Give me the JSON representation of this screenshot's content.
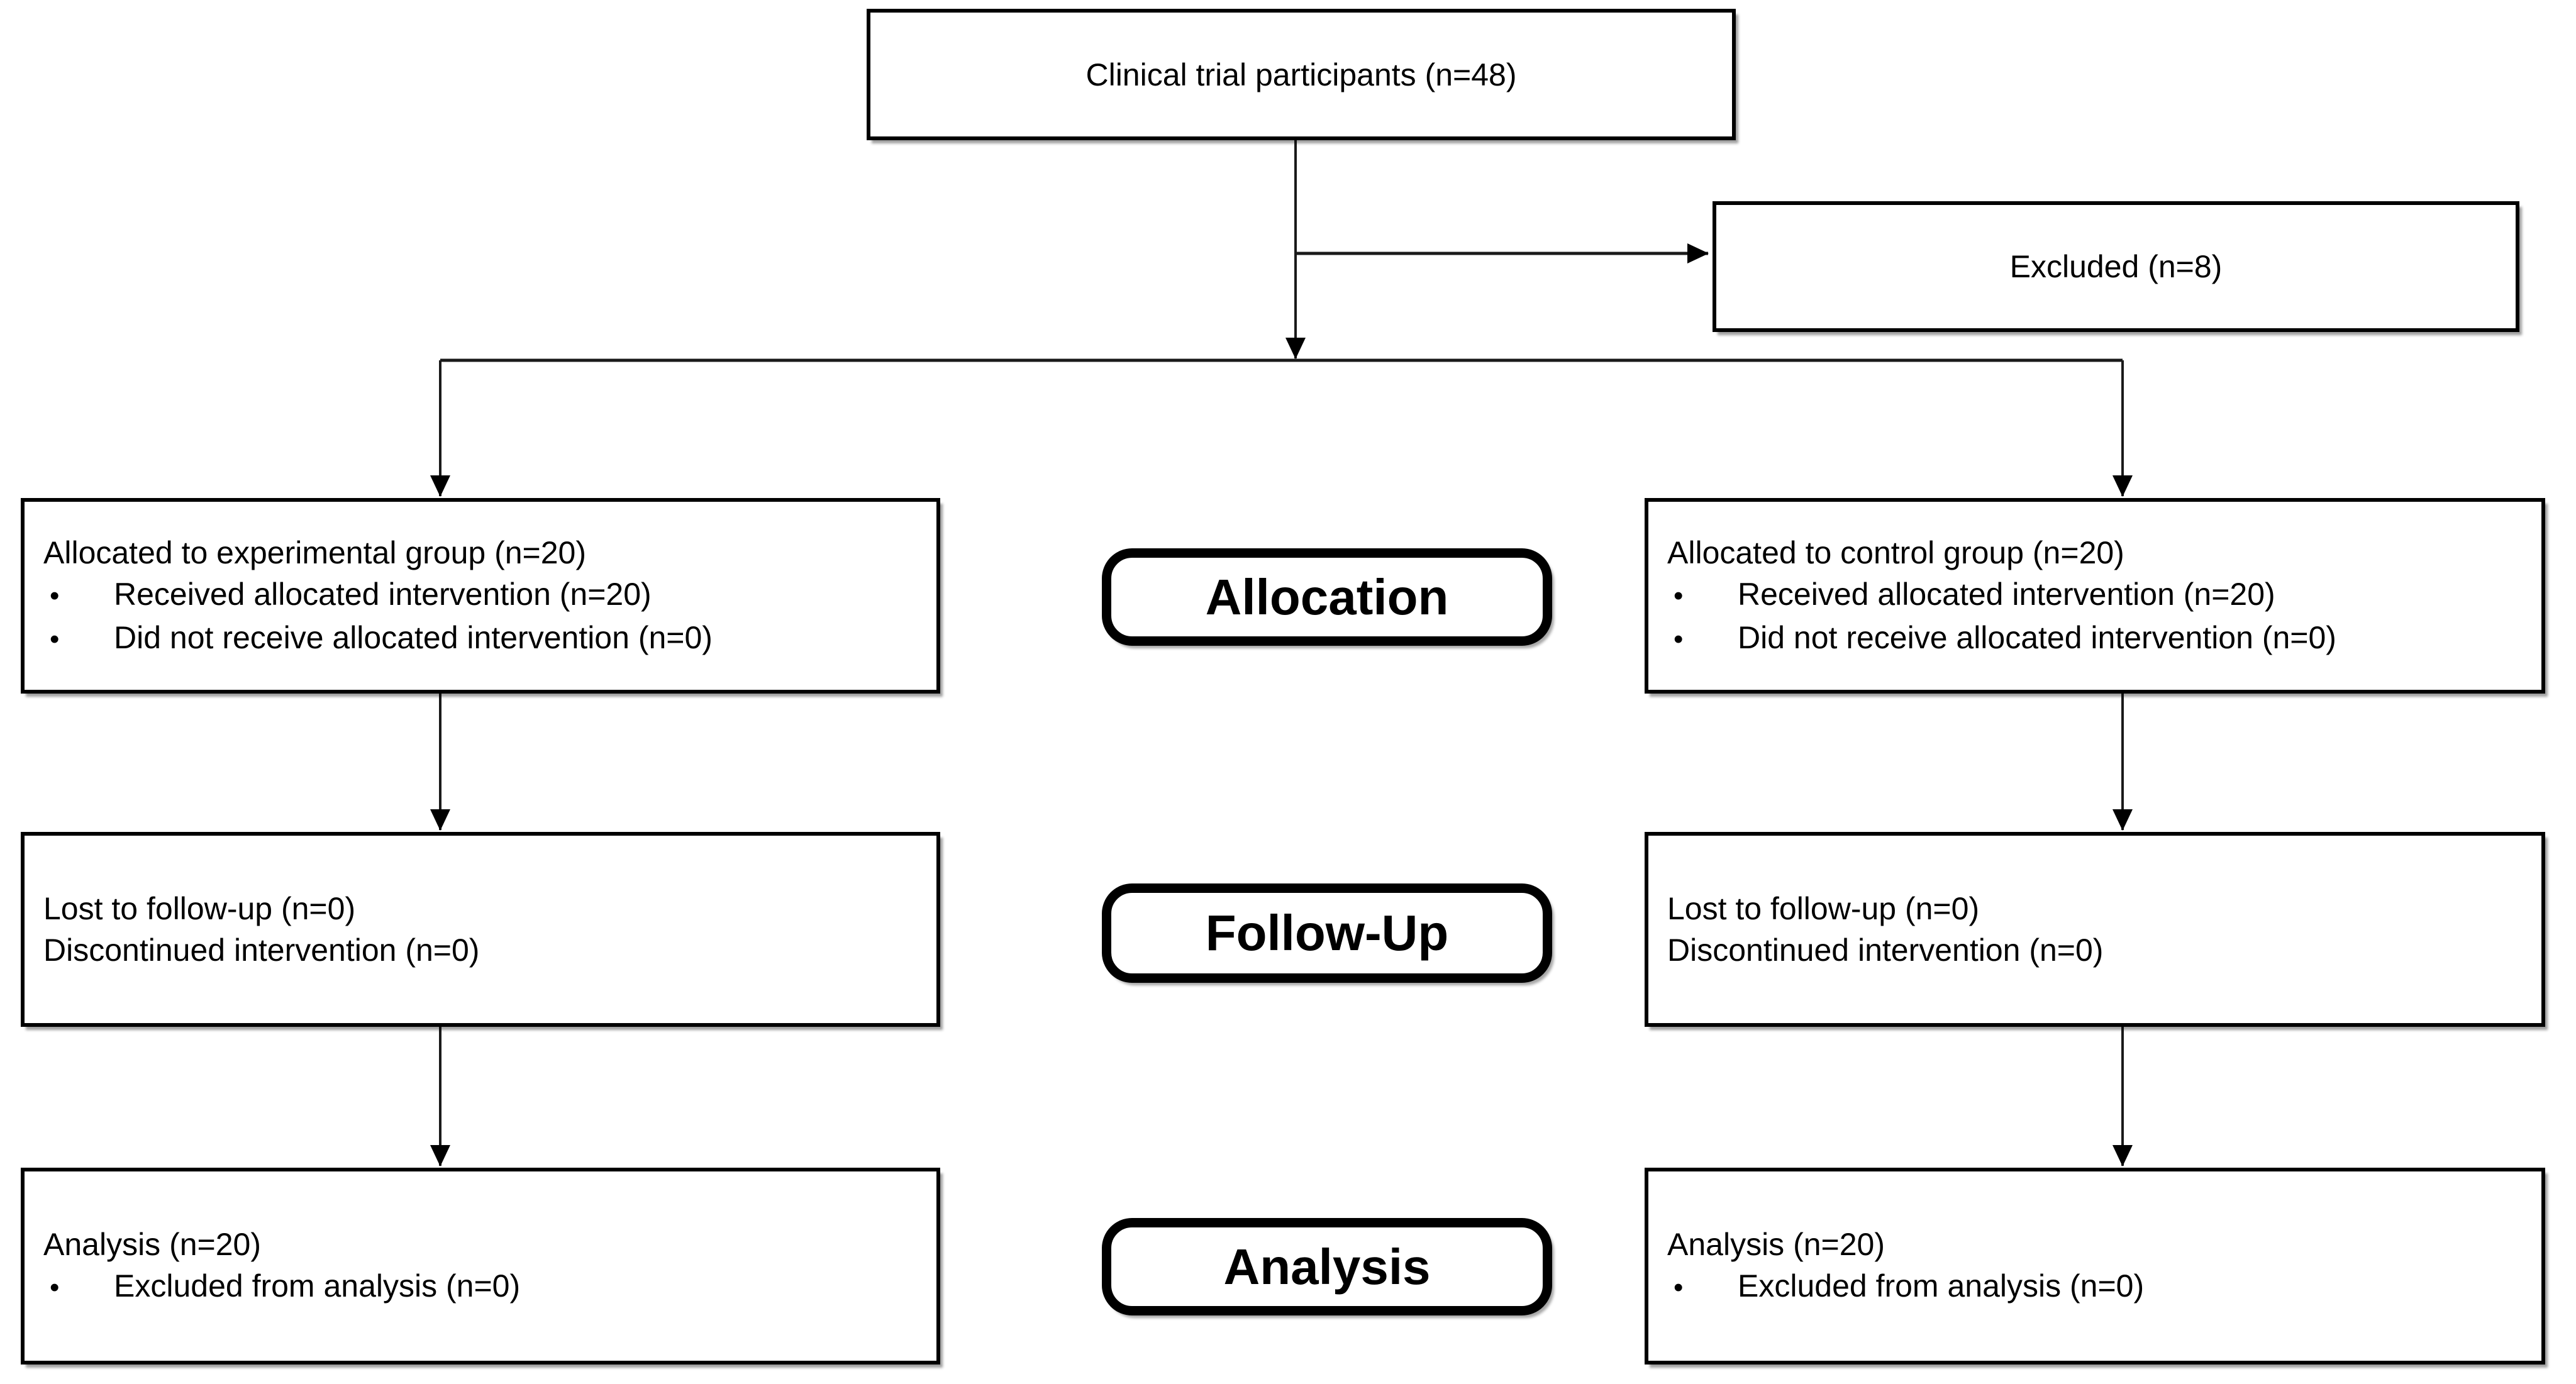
{
  "colors": {
    "background": "#ffffff",
    "box_border": "#000000",
    "text": "#000000",
    "connector": "#1a1a1a"
  },
  "bullet_char": "•",
  "flowchart": {
    "enrollment": {
      "text": "Clinical trial participants (n=48)"
    },
    "excluded": {
      "text": "Excluded (n=8)"
    },
    "stage_labels": {
      "allocation": "Allocation",
      "follow_up": "Follow-Up",
      "analysis": "Analysis"
    },
    "experimental": {
      "allocation": {
        "title": "Allocated to experimental group (n=20)",
        "bullets": [
          "Received allocated intervention (n=20)",
          "Did not receive allocated intervention (n=0)"
        ]
      },
      "follow_up": {
        "lines": [
          "Lost to follow-up (n=0)",
          "Discontinued intervention (n=0)"
        ]
      },
      "analysis": {
        "title": "Analysis (n=20)",
        "bullets": [
          "Excluded from analysis (n=0)"
        ]
      }
    },
    "control": {
      "allocation": {
        "title": "Allocated to control group (n=20)",
        "bullets": [
          "Received allocated intervention (n=20)",
          "Did not receive allocated intervention (n=0)"
        ]
      },
      "follow_up": {
        "lines": [
          "Lost to follow-up (n=0)",
          "Discontinued intervention (n=0)"
        ]
      },
      "analysis": {
        "title": "Analysis (n=20)",
        "bullets": [
          "Excluded from analysis (n=0)"
        ]
      }
    }
  }
}
